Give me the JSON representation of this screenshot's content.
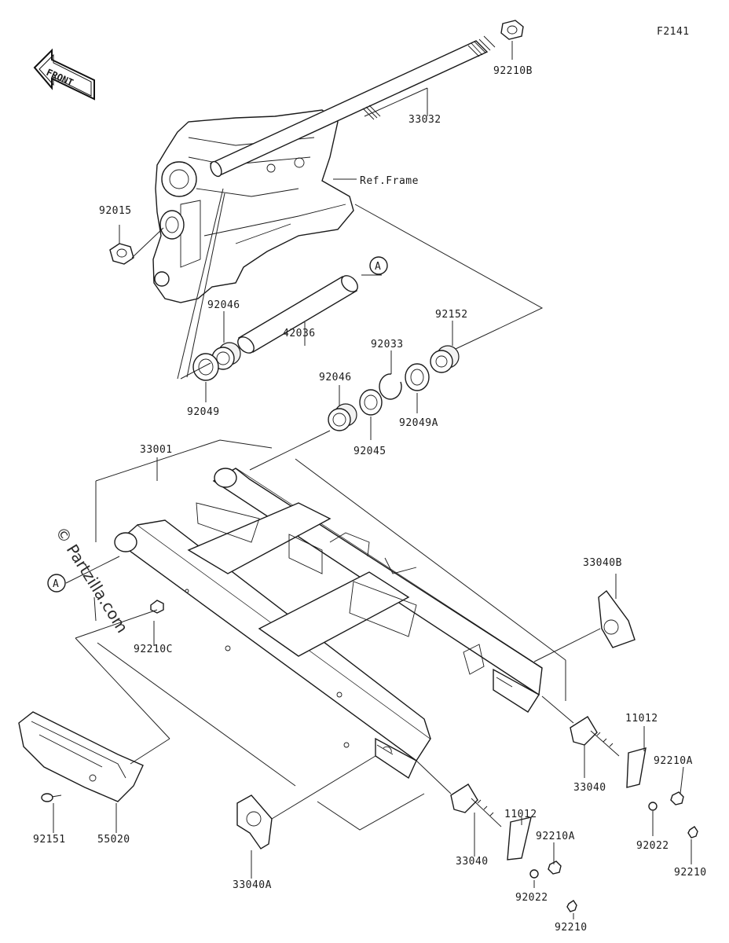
{
  "figure_code": "F2141",
  "front_badge": "FRONT",
  "watermark": "© Partzilla.com",
  "ref_frame": "Ref.Frame",
  "callout_letter": "A",
  "parts": {
    "p33032": "33032",
    "p92210B": "92210B",
    "p92015": "92015",
    "p92046_a": "92046",
    "p42036": "42036",
    "p92049": "92049",
    "p92033": "92033",
    "p92152": "92152",
    "p92049A": "92049A",
    "p92046_b": "92046",
    "p92045": "92045",
    "p33001": "33001",
    "p92210C": "92210C",
    "p33040B": "33040B",
    "p11012_a": "11012",
    "p92210A_a": "92210A",
    "p33040_a": "33040",
    "p92022_a": "92022",
    "p92210_a": "92210",
    "p11012_b": "11012",
    "p92210A_b": "92210A",
    "p33040_b": "33040",
    "p92022_b": "92022",
    "p92210_b": "92210",
    "p92151": "92151",
    "p55020": "55020",
    "p33040A": "33040A"
  }
}
